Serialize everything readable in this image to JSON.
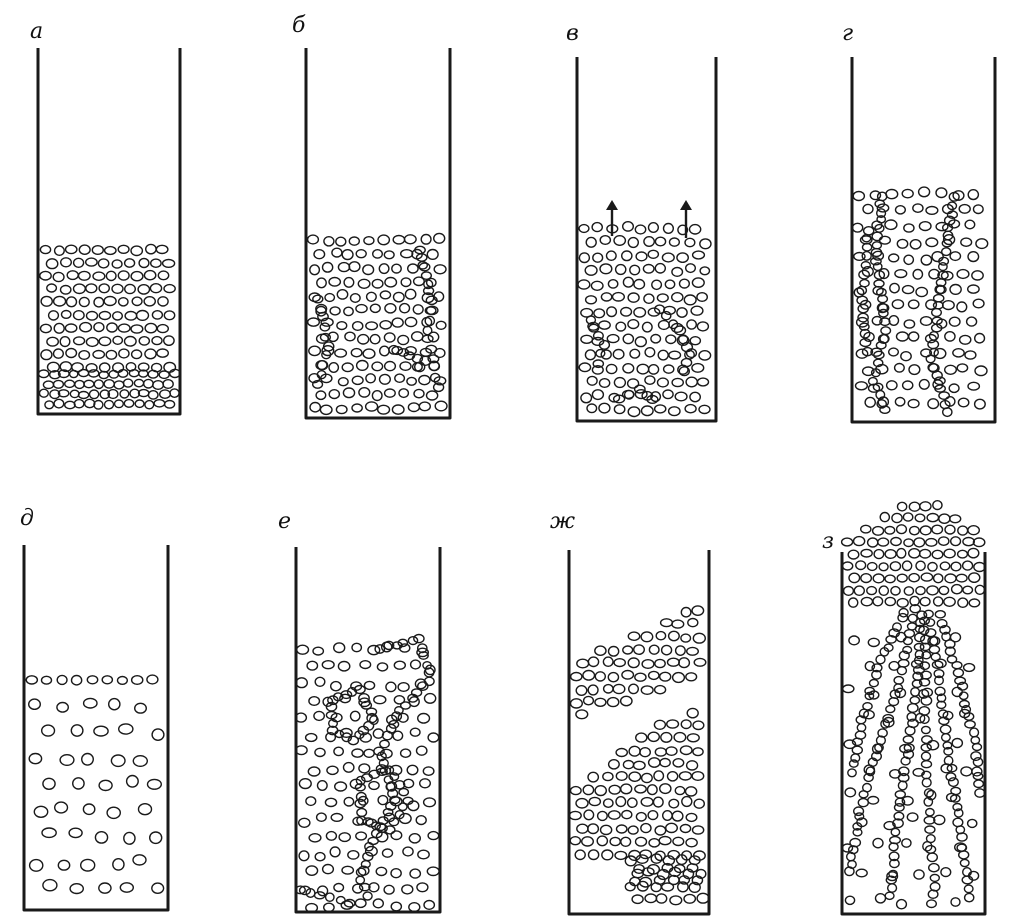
{
  "figure": {
    "panels": [
      {
        "id": "a",
        "label": "а",
        "state": "fixed-bed-with-dense-bottom"
      },
      {
        "id": "b",
        "label": "б",
        "state": "early-channeling-clusters"
      },
      {
        "id": "v",
        "label": "в",
        "state": "bubbles-rising-arrows"
      },
      {
        "id": "g",
        "label": "г",
        "state": "vertical-particle-strands"
      },
      {
        "id": "d",
        "label": "д",
        "state": "homogeneous-sparse"
      },
      {
        "id": "e",
        "label": "е",
        "state": "loop-chain-clusters"
      },
      {
        "id": "zh",
        "label": "ж",
        "state": "slug-layers-with-voids"
      },
      {
        "id": "z",
        "label": "з",
        "state": "spouting-fountain-strands"
      }
    ],
    "colors": {
      "ink": "#1a1a1a",
      "background": "#ffffff"
    }
  }
}
